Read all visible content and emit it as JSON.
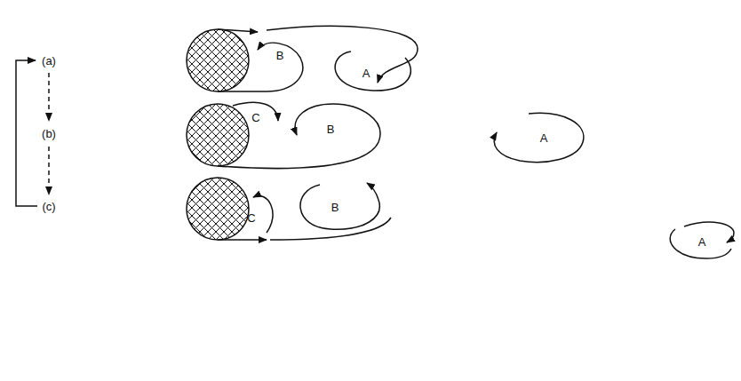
{
  "diagram": {
    "labels": [
      "(a)",
      "B",
      "A",
      "(b)",
      "C",
      "B",
      "A",
      "(c)",
      "C",
      "B",
      "A"
    ]
  }
}
